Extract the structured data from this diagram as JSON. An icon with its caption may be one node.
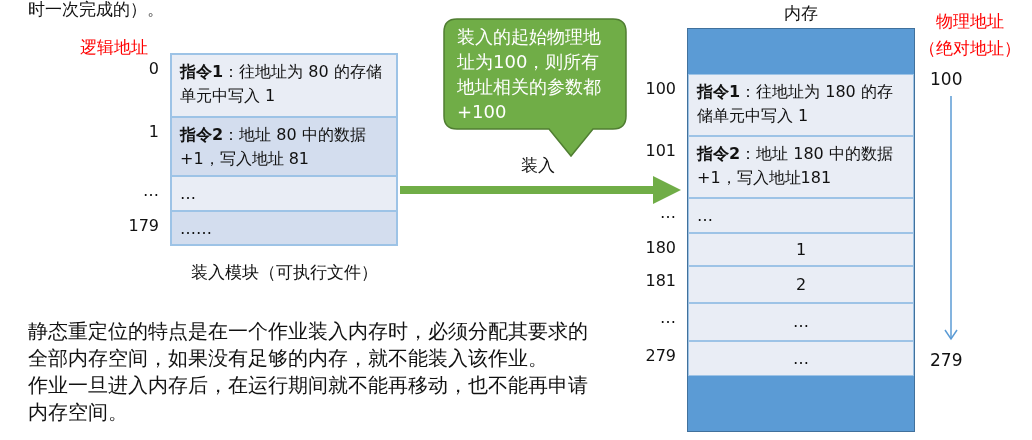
{
  "diagram": {
    "nodes": [
      {
        "text": [],
        "shape": "box",
        "beside": [
          "装入模块（可执行文件）"
        ]
      },
      {
        "text": [
          "**指令1**：往地址为 80 的存储单元中写入 1"
        ],
        "in": 0,
        "beside": [
          "0"
        ]
      },
      {
        "text": [
          "**指令2**：地址 80 中的数据+1，写入地址 81"
        ],
        "in": 0,
        "beside": [
          "1"
        ]
      },
      {
        "text": [
          "…"
        ],
        "in": 0,
        "beside": [
          "…"
        ]
      },
      {
        "text": [
          "……"
        ],
        "in": 0,
        "beside": [
          "179"
        ]
      },
      {
        "text": [
          "装入的起始物理地址为100，则所有地址相关的参数都 +100"
        ]
      },
      {
        "text": [
          "内存"
        ]
      },
      {
        "text": [
          "**指令1**：往地址为 180 的存储单元中写入 1"
        ],
        "in": 6,
        "beside": [
          "100"
        ]
      },
      {
        "text": [
          "**指令2**：地址 180 中的数据+1，写入地址181"
        ],
        "in": 6,
        "beside": [
          "101"
        ]
      },
      {
        "text": [
          "…"
        ],
        "in": 6,
        "beside": [
          "…"
        ]
      },
      {
        "text": [
          "1"
        ],
        "in": 6,
        "beside": [
          "180"
        ]
      },
      {
        "text": [
          "2"
        ],
        "in": 6,
        "beside": [
          "181"
        ]
      },
      {
        "text": [
          "…"
        ],
        "in": 6,
        "beside": [
          "…"
        ]
      },
      {
        "text": [
          "…"
        ],
        "in": 6,
        "beside": [
          "279"
        ]
      }
    ],
    "edges": [
      {
        "from": 0,
        "to": 6,
        "arrow": "to",
        "label": "装入"
      }
    ],
    "labels": [
      "时一次完成的）。",
      "逻辑地址",
      "物理地址（绝对地址）",
      "100",
      "279",
      "静态重定位的特点是在一个作业装入内存时，必须分配其要求的全部内存空间，如果没有足够的内存，就不能装入该作业。",
      "作业一旦进入内存后，在运行期间就不能再移动，也不能再申请内存空间。"
    ]
  }
}
